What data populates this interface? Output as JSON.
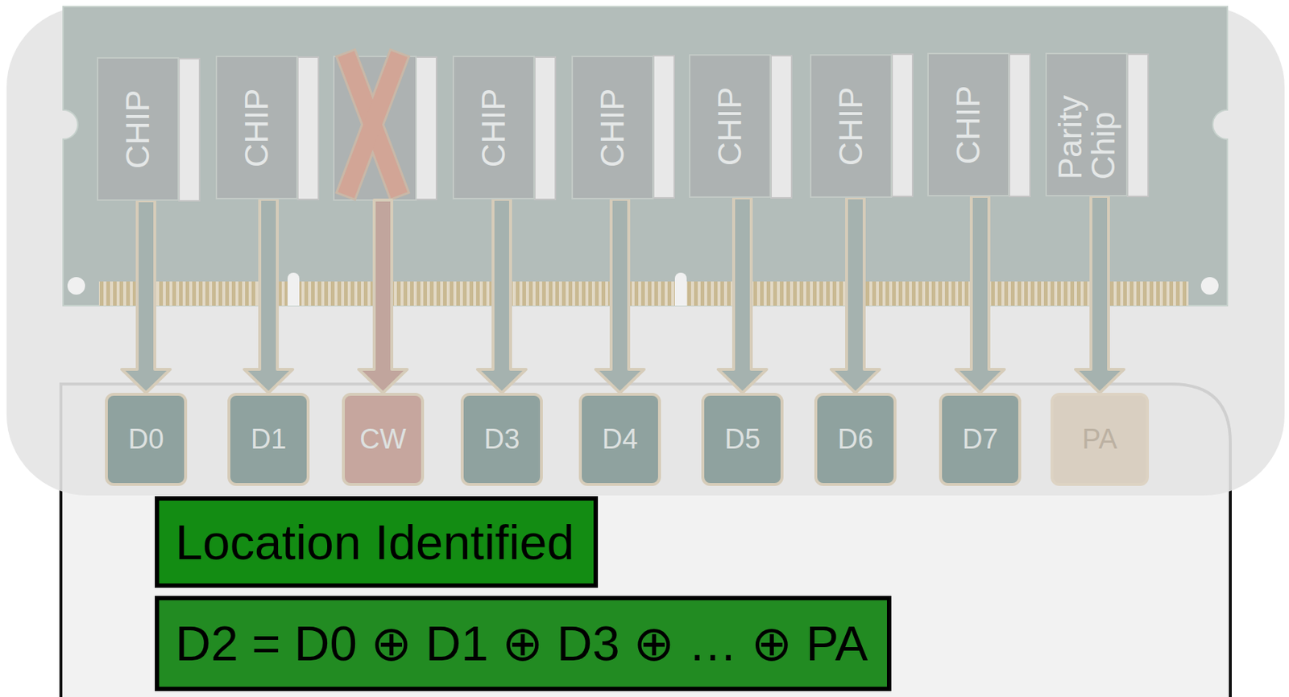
{
  "diagram": {
    "nodes": [
      {
        "text": [
          "CHIP"
        ]
      },
      {
        "text": [
          "CHIP"
        ]
      },
      {
        "text": [
          "CHIP"
        ]
      },
      {
        "text": [
          "CHIP"
        ]
      },
      {
        "text": [
          "CHIP"
        ]
      },
      {
        "text": [
          "CHIP"
        ]
      },
      {
        "text": [
          "CHIP"
        ]
      },
      {
        "text": [
          "Parity Chip"
        ]
      },
      {
        "text": [
          "D0"
        ]
      },
      {
        "text": [
          "D1"
        ]
      },
      {
        "text": [
          "CW"
        ]
      },
      {
        "text": [
          "D3"
        ]
      },
      {
        "text": [
          "D4"
        ]
      },
      {
        "text": [
          "D5"
        ]
      },
      {
        "text": [
          "D6"
        ]
      },
      {
        "text": [
          "D7"
        ]
      },
      {
        "text": [
          "PA"
        ]
      },
      {
        "text": [
          "Location Identified"
        ]
      },
      {
        "text": [
          "D2 = D0 ⊕ D1 ⊕ D3 ⊕ … ⊕ PA"
        ]
      }
    ],
    "edges": [
      {
        "from": 0,
        "to": 8,
        "arrow": "to"
      },
      {
        "from": 1,
        "to": 9,
        "arrow": "to"
      },
      {
        "from": 2,
        "to": 11,
        "arrow": "to"
      },
      {
        "from": 3,
        "to": 12,
        "arrow": "to"
      },
      {
        "from": 4,
        "to": 13,
        "arrow": "to"
      },
      {
        "from": 5,
        "to": 14,
        "arrow": "to"
      },
      {
        "from": 6,
        "to": 15,
        "arrow": "to"
      },
      {
        "from": 7,
        "to": 16,
        "arrow": "to"
      }
    ]
  }
}
